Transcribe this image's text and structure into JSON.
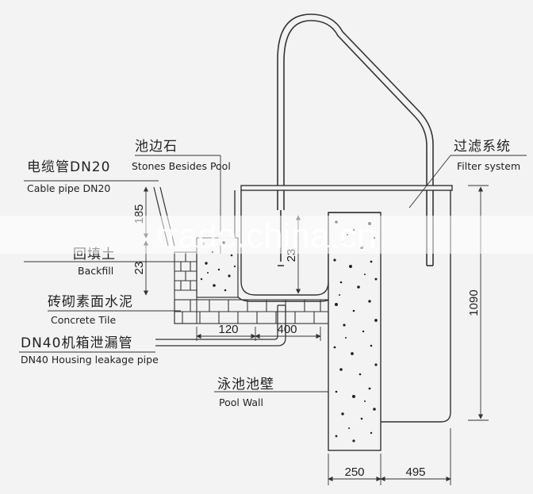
{
  "labels": {
    "stones_cn": "池边石",
    "stones_en": "Stones Besides Pool",
    "cable_cn": "电缆管DN20",
    "cable_en": "Cable pipe DN20",
    "filter_cn": "过滤系统",
    "filter_en": "Filter system",
    "backfill_cn": "回填土",
    "backfill_en": "Backfill",
    "tile_cn": "砖砌素面水泥",
    "tile_en": "Concrete Tile",
    "leak_cn": "DN40机箱泄漏管",
    "leak_en": "DN40 Housing leakage pipe",
    "wall_cn": "泳池池壁",
    "wall_en": "Pool Wall"
  },
  "dimensions": {
    "d185": "185",
    "d23a": "23",
    "d23b": "23",
    "d120": "120",
    "d400": "400",
    "d1090": "1090",
    "d250": "250",
    "d495": "495"
  },
  "watermark": "trade.china.cn",
  "colors": {
    "line": "#333333",
    "background": "#f3f3f3",
    "band": "#ffffff"
  }
}
